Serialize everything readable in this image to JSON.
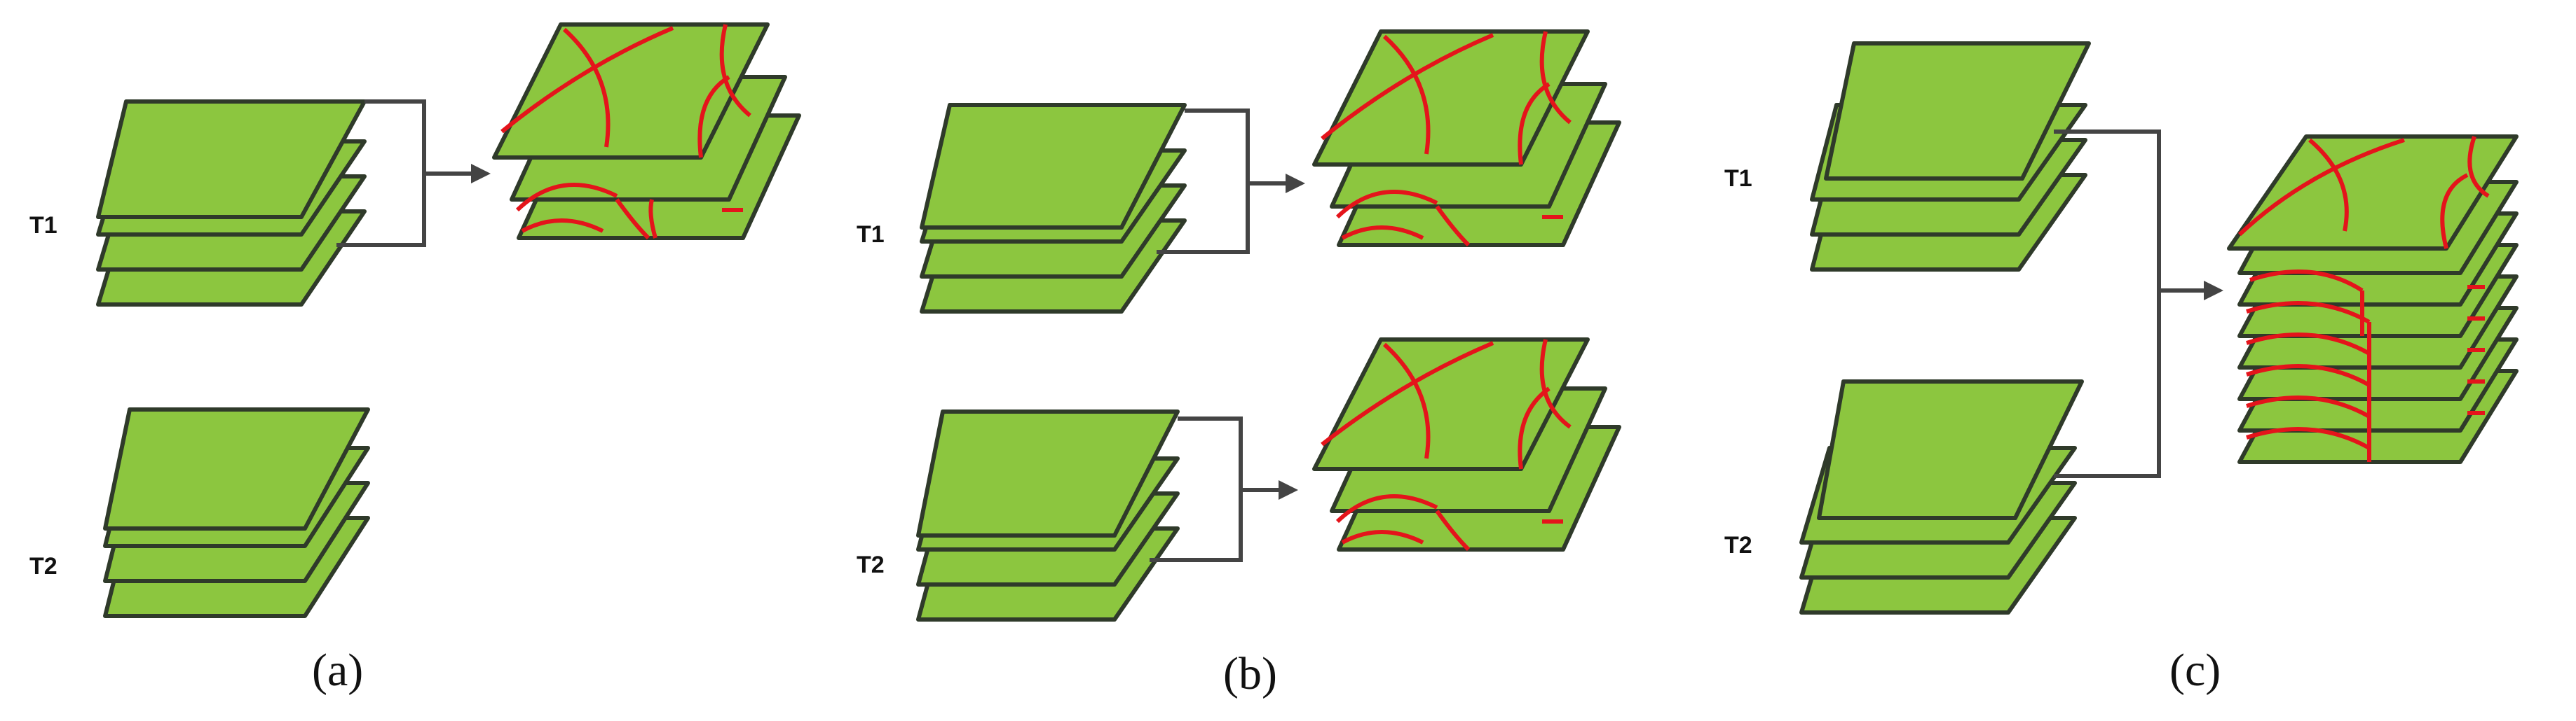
{
  "colors": {
    "layer_fill": "#8cc63f",
    "layer_stroke": "#2f3a2a",
    "crack_line": "#e4141b",
    "arrow": "#444444"
  },
  "panels": [
    {
      "caption": "(a)",
      "t1_label": "T1",
      "t2_label": "T2"
    },
    {
      "caption": "(b)",
      "t1_label": "T1",
      "t2_label": "T2"
    },
    {
      "caption": "(c)",
      "t1_label": "T1",
      "t2_label": "T2"
    }
  ]
}
